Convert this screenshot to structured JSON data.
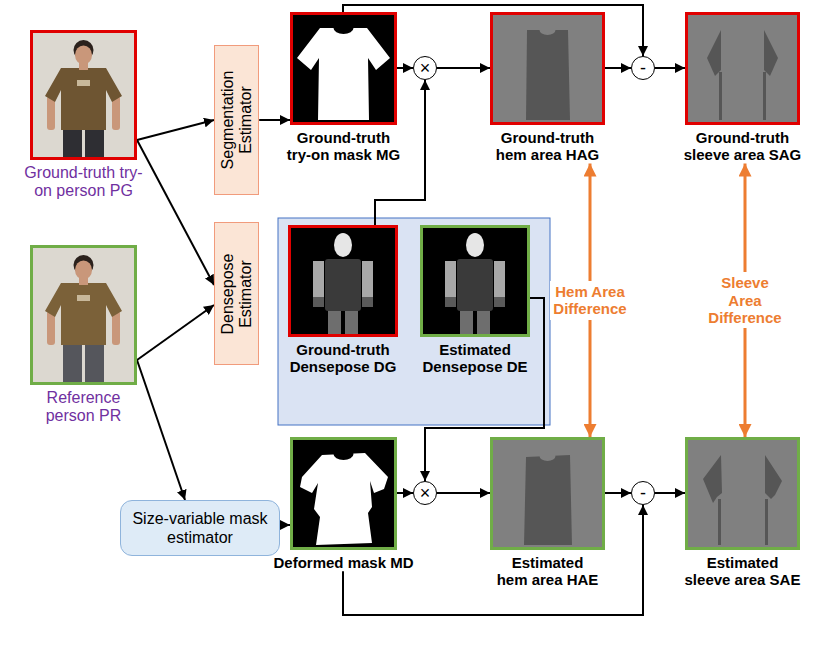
{
  "diagram": {
    "nodes": [
      {
        "text": [
          "Ground-truth try-on person PG"
        ]
      },
      {
        "text": [
          "Reference person PR"
        ]
      },
      {
        "text": [
          "Segmentation Estimator"
        ]
      },
      {
        "text": [
          "Densepose Estimator"
        ]
      },
      {
        "text": [
          "Size-variable mask estimator"
        ]
      },
      {
        "text": [
          "Ground-truth try-on mask MG"
        ]
      },
      {
        "text": [
          "×"
        ]
      },
      {
        "text": [
          "Ground-truth hem area HAG"
        ]
      },
      {
        "text": [
          "-"
        ]
      },
      {
        "text": [
          "Ground-truth sleeve area SAG"
        ]
      },
      {
        "text": [
          "Ground-truth Densepose DG"
        ]
      },
      {
        "text": [
          "Estimated Densepose DE"
        ]
      },
      {
        "text": [
          "Deformed mask MD"
        ]
      },
      {
        "text": [
          "×"
        ]
      },
      {
        "text": [
          "Estimated hem area HAE"
        ]
      },
      {
        "text": [
          "-"
        ]
      },
      {
        "text": [
          "Estimated sleeve area SAE"
        ]
      }
    ],
    "edges": [
      {
        "from": 0,
        "to": 2,
        "arrow": "to"
      },
      {
        "from": 0,
        "to": 3,
        "arrow": "to"
      },
      {
        "from": 1,
        "to": 3,
        "arrow": "to"
      },
      {
        "from": 1,
        "to": 4,
        "arrow": "to"
      },
      {
        "from": 2,
        "to": 5,
        "arrow": "to"
      },
      {
        "from": 5,
        "to": 6,
        "arrow": "to"
      },
      {
        "from": 10,
        "to": 6,
        "arrow": "to"
      },
      {
        "from": 6,
        "to": 7,
        "arrow": "to"
      },
      {
        "from": 7,
        "to": 8,
        "arrow": "to"
      },
      {
        "from": 5,
        "to": 8,
        "arrow": "to"
      },
      {
        "from": 8,
        "to": 9,
        "arrow": "to"
      },
      {
        "from": 7,
        "to": 14,
        "label": "Hem Area Difference",
        "arrow": "both"
      },
      {
        "from": 9,
        "to": 16,
        "label": "Sleeve Area Difference",
        "arrow": "both"
      },
      {
        "from": 4,
        "to": 12,
        "arrow": "to"
      },
      {
        "from": 12,
        "to": 13,
        "arrow": "to"
      },
      {
        "from": 11,
        "to": 13,
        "arrow": "to"
      },
      {
        "from": 13,
        "to": 14,
        "arrow": "to"
      },
      {
        "from": 14,
        "to": 15,
        "arrow": "to"
      },
      {
        "from": 12,
        "to": 15,
        "arrow": "to"
      },
      {
        "from": 15,
        "to": 16,
        "arrow": "to"
      }
    ]
  }
}
